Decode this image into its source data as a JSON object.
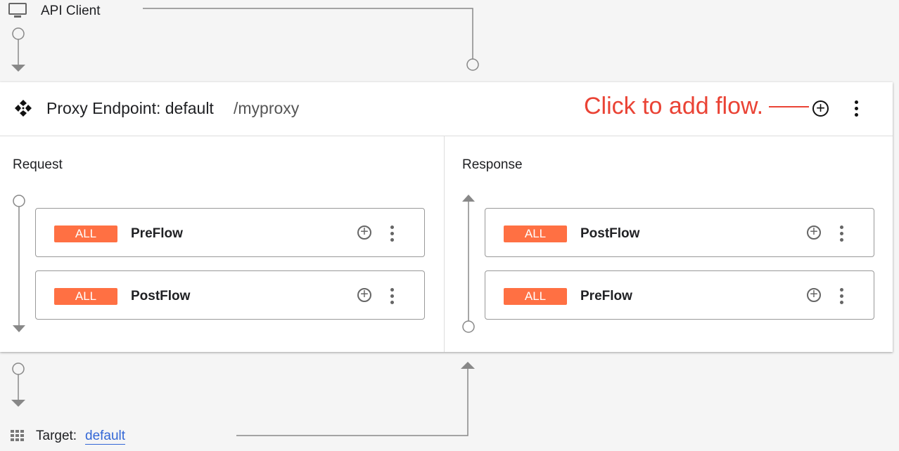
{
  "client": {
    "label": "API Client",
    "icon": "monitor-icon"
  },
  "endpoint": {
    "title": "Proxy Endpoint: default",
    "path": "/myproxy",
    "icon": "endpoint-icon",
    "annotation": "Click to add flow.",
    "annotation_color": "#ea4335"
  },
  "request": {
    "title": "Request",
    "flows": [
      {
        "badge": "ALL",
        "name": "PreFlow"
      },
      {
        "badge": "ALL",
        "name": "PostFlow"
      }
    ]
  },
  "response": {
    "title": "Response",
    "flows": [
      {
        "badge": "ALL",
        "name": "PostFlow"
      },
      {
        "badge": "ALL",
        "name": "PreFlow"
      }
    ]
  },
  "target": {
    "label": "Target:",
    "link": "default",
    "icon": "grid-icon"
  },
  "colors": {
    "badge": "#ff7043",
    "link": "#3367d6",
    "connector": "#888888"
  }
}
